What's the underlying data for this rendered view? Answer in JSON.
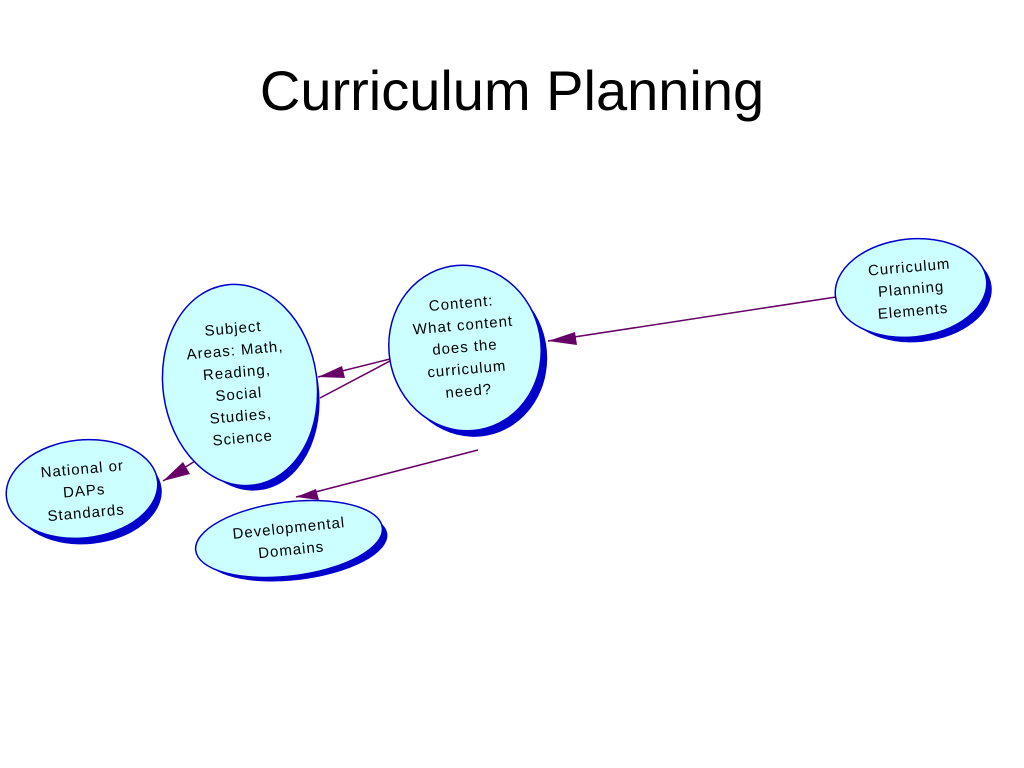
{
  "slide": {
    "title": "Curriculum Planning"
  },
  "colors": {
    "node_fill": "#ccffff",
    "node_border": "#0000cc",
    "node_shadow": "#0000cc",
    "connector": "#660066"
  },
  "nodes": {
    "elements": {
      "lines": [
        "Curriculum",
        "Planning",
        "Elements"
      ]
    },
    "content": {
      "lines": [
        "Content:",
        "What content",
        "does the",
        "curriculum",
        "need?"
      ]
    },
    "subject_areas": {
      "lines": [
        "Subject",
        "Areas: Math,",
        "Reading,",
        "Social",
        "Studies,",
        "Science"
      ]
    },
    "standards": {
      "lines": [
        "National or",
        "DAPs",
        "Standards"
      ]
    },
    "developmental": {
      "lines": [
        "Developmental",
        "Domains"
      ]
    }
  }
}
